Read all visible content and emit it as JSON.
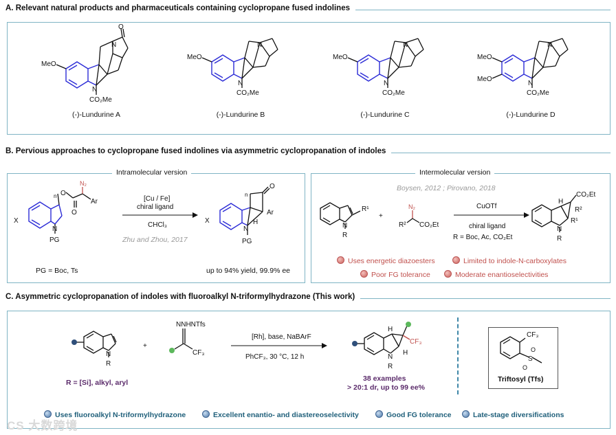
{
  "sectionA": {
    "title": "A. Relevant natural products and pharmaceuticals containing cyclopropane fused indolines",
    "molecules": [
      {
        "name": "(-)-Lundurine A"
      },
      {
        "name": "(-)-Lundurine B"
      },
      {
        "name": "(-)-Lundurine C"
      },
      {
        "name": "(-)-Lundurine D"
      }
    ],
    "atoms": {
      "meo": "MeO",
      "n": "N",
      "co2me": "CO₂Me",
      "o": "O"
    }
  },
  "sectionB": {
    "title": "B.  Pervious approaches to cyclopropane fused indolines via asymmetric cyclopropanation of indoles",
    "intra": {
      "heading": "Intramolecular version",
      "catalyst": "[Cu / Fe]",
      "ligand": "chiral ligand",
      "solvent": "CHCl₃",
      "citation": "Zhu and Zhou, 2017",
      "pg": "PG = Boc, Ts",
      "result": "up to 94% yield,  99.9% ee",
      "labels": {
        "x": "X",
        "pg": "PG",
        "n": "N",
        "ar": "Ar",
        "n2": "N₂",
        "o": "O",
        "h": "H",
        "sub_n": "n"
      }
    },
    "inter": {
      "heading": "Intermolecular version",
      "citation": "Boysen, 2012 ; Pirovano, 2018",
      "catalyst": "CuOTf",
      "ligand": "chiral ligand",
      "r_def": "R = Boc, Ac, CO₂Et",
      "labels": {
        "r1": "R¹",
        "r2": "R²",
        "r": "R",
        "n": "N",
        "n2": "N₂",
        "co2et": "CO₂Et",
        "h": "H",
        "plus": "+"
      },
      "limitations": [
        "Uses energetic diazoesters",
        "Limited to indole-N-carboxylates",
        "Poor FG tolerance",
        "Moderate enantioselectivities"
      ]
    }
  },
  "sectionC": {
    "title": "C. Asymmetric cyclopropanation of indoles with fluoroalkyl N-triformylhydrazone (This work)",
    "conditions_top": "[Rh], base, NaBArF",
    "conditions_bottom": "PhCF₃, 30 °C, 12 h",
    "r_def": "R = [Si], alkyl, aryl",
    "examples": "38 examples",
    "selectivity": "> 20:1 dr, up to 99 ee%",
    "reagent": {
      "nhntfs": "NNHNTfs",
      "cf3": "CF₃"
    },
    "product": {
      "h": "H",
      "cf3": "CF₃",
      "n": "N",
      "r": "R"
    },
    "tfs": {
      "cf3": "CF₃",
      "label": "Triftosyl (Tfs)",
      "s": "S",
      "o": "O"
    },
    "plus": "+",
    "advantages": [
      "Uses fluoroalkyl N-triformylhydrazone",
      "Excellent enantio- and diastereoselectivity",
      "Good FG tolerance",
      "Late-stage diversifications"
    ]
  },
  "colors": {
    "accent_line": "#7fb4c4",
    "indole_blue": "#2b2bd6",
    "red": "#c0504d",
    "teal": "#1f5f7a",
    "purple": "#5a2a6a",
    "green_dot": "#5cb85c"
  },
  "watermark": "CS 大数跨境"
}
